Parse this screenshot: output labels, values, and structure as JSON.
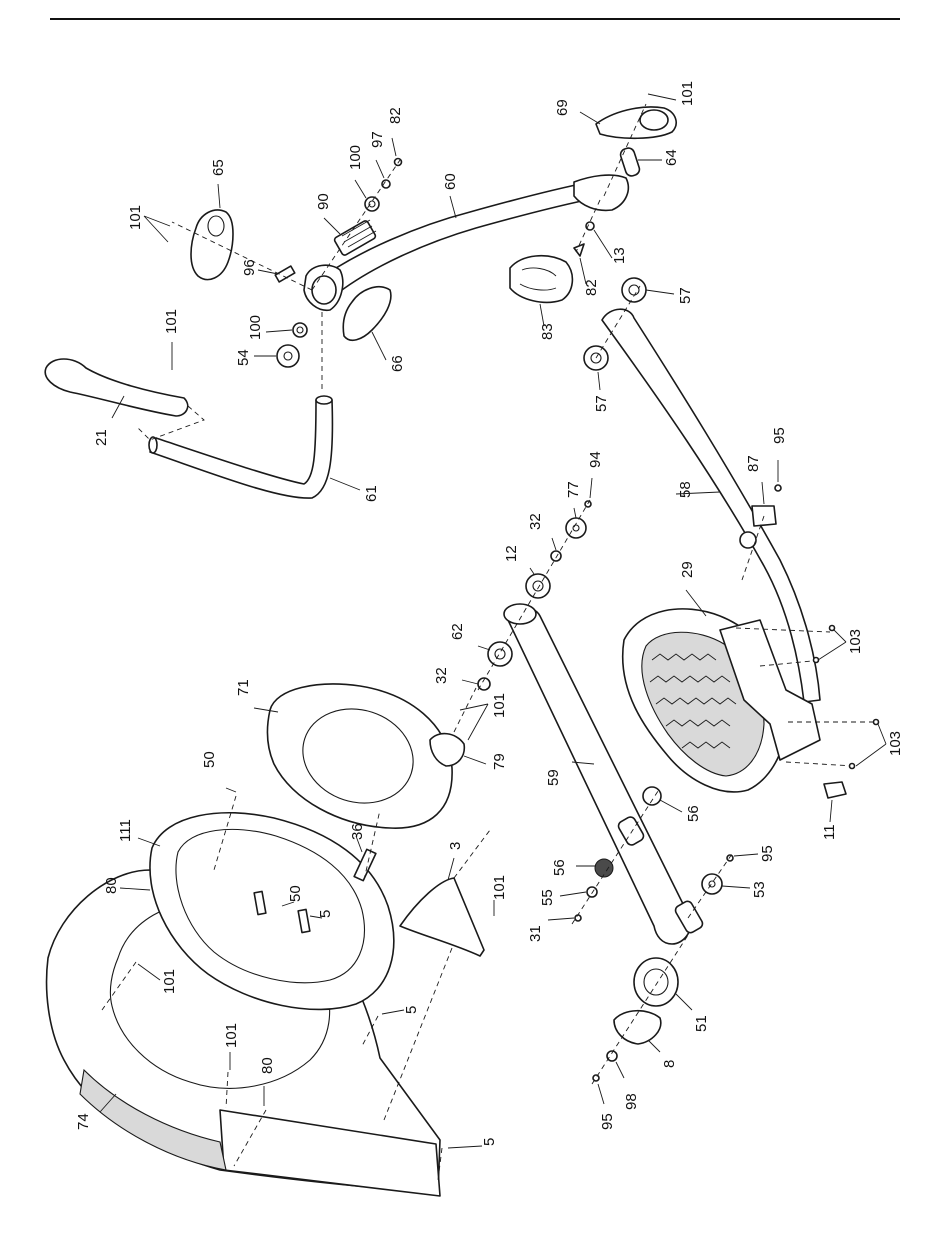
{
  "callouts": [
    {
      "id": "c101a",
      "text": "101"
    },
    {
      "id": "c69",
      "text": "69"
    },
    {
      "id": "c82a",
      "text": "82"
    },
    {
      "id": "c97",
      "text": "97"
    },
    {
      "id": "c100a",
      "text": "100"
    },
    {
      "id": "c60",
      "text": "60"
    },
    {
      "id": "c64",
      "text": "64"
    },
    {
      "id": "c65",
      "text": "65"
    },
    {
      "id": "c90",
      "text": "90"
    },
    {
      "id": "c101b",
      "text": "101"
    },
    {
      "id": "c96",
      "text": "96"
    },
    {
      "id": "c13",
      "text": "13"
    },
    {
      "id": "c82b",
      "text": "82"
    },
    {
      "id": "c57a",
      "text": "57"
    },
    {
      "id": "c100b",
      "text": "100"
    },
    {
      "id": "c54",
      "text": "54"
    },
    {
      "id": "c66",
      "text": "66"
    },
    {
      "id": "c83",
      "text": "83"
    },
    {
      "id": "c57b",
      "text": "57"
    },
    {
      "id": "c101c",
      "text": "101"
    },
    {
      "id": "c21",
      "text": "21"
    },
    {
      "id": "c61",
      "text": "61"
    },
    {
      "id": "c95a",
      "text": "95"
    },
    {
      "id": "c87",
      "text": "87"
    },
    {
      "id": "c58",
      "text": "58"
    },
    {
      "id": "c94",
      "text": "94"
    },
    {
      "id": "c77",
      "text": "77"
    },
    {
      "id": "c32a",
      "text": "32"
    },
    {
      "id": "c12",
      "text": "12"
    },
    {
      "id": "c29",
      "text": "29"
    },
    {
      "id": "c62",
      "text": "62"
    },
    {
      "id": "c71",
      "text": "71"
    },
    {
      "id": "c32b",
      "text": "32"
    },
    {
      "id": "c101d",
      "text": "101"
    },
    {
      "id": "c103a",
      "text": "103"
    },
    {
      "id": "c50a",
      "text": "50"
    },
    {
      "id": "c79",
      "text": "79"
    },
    {
      "id": "c59",
      "text": "59"
    },
    {
      "id": "c103b",
      "text": "103"
    },
    {
      "id": "c111",
      "text": "111"
    },
    {
      "id": "c36",
      "text": "36"
    },
    {
      "id": "c56a",
      "text": "56"
    },
    {
      "id": "c11",
      "text": "11"
    },
    {
      "id": "c80a",
      "text": "80"
    },
    {
      "id": "c3",
      "text": "3"
    },
    {
      "id": "c95b",
      "text": "95"
    },
    {
      "id": "c50b",
      "text": "50"
    },
    {
      "id": "c5a",
      "text": "5"
    },
    {
      "id": "c56b",
      "text": "56"
    },
    {
      "id": "c101e",
      "text": "101"
    },
    {
      "id": "c55",
      "text": "55"
    },
    {
      "id": "c53",
      "text": "53"
    },
    {
      "id": "c31",
      "text": "31"
    },
    {
      "id": "c101f",
      "text": "101"
    },
    {
      "id": "c5b",
      "text": "5"
    },
    {
      "id": "c51",
      "text": "51"
    },
    {
      "id": "c8",
      "text": "8"
    },
    {
      "id": "c101g",
      "text": "101"
    },
    {
      "id": "c80b",
      "text": "80"
    },
    {
      "id": "c98",
      "text": "98"
    },
    {
      "id": "c74",
      "text": "74"
    },
    {
      "id": "c95c",
      "text": "95"
    },
    {
      "id": "c5c",
      "text": "5"
    }
  ]
}
